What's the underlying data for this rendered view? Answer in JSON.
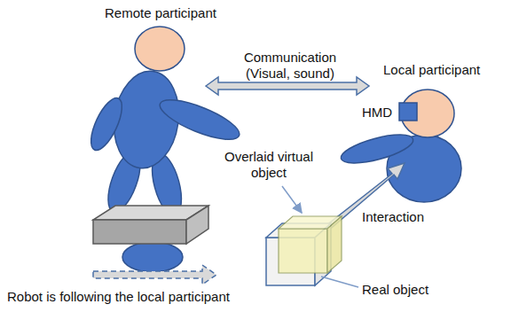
{
  "diagram": {
    "labels": [
      "Remote participant",
      "Communication (Visual, sound)",
      "Local participant",
      "HMD",
      "Overlaid virtual object",
      "Interaction",
      "Real object",
      "Robot is following the local participant"
    ]
  }
}
